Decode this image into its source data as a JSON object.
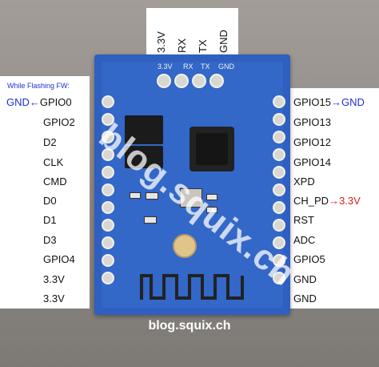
{
  "top_labels": [
    "3.3V",
    "RX",
    "TX",
    "GND"
  ],
  "board_silkscreen": [
    "3.3V",
    "RX",
    "TX",
    "GND"
  ],
  "note": "While Flashing FW:",
  "left_pins": [
    {
      "prefix": "GND←",
      "name": "GPIO0"
    },
    {
      "prefix": "",
      "name": "GPIO2"
    },
    {
      "prefix": "",
      "name": "D2"
    },
    {
      "prefix": "",
      "name": "CLK"
    },
    {
      "prefix": "",
      "name": "CMD"
    },
    {
      "prefix": "",
      "name": "D0"
    },
    {
      "prefix": "",
      "name": "D1"
    },
    {
      "prefix": "",
      "name": "D3"
    },
    {
      "prefix": "",
      "name": "GPIO4"
    },
    {
      "prefix": "",
      "name": "3.3V"
    },
    {
      "prefix": "",
      "name": "3.3V"
    }
  ],
  "right_pins": [
    {
      "name": "GPIO15",
      "suffix": "→GND",
      "suffix_color": "#1f2fd6"
    },
    {
      "name": "GPIO13",
      "suffix": ""
    },
    {
      "name": "GPIO12",
      "suffix": ""
    },
    {
      "name": "GPIO14",
      "suffix": ""
    },
    {
      "name": "XPD",
      "suffix": ""
    },
    {
      "name": "CH_PD",
      "suffix": "→3.3V",
      "suffix_color": "#d61f1f"
    },
    {
      "name": "RST",
      "suffix": ""
    },
    {
      "name": "ADC",
      "suffix": ""
    },
    {
      "name": "GPIO5",
      "suffix": ""
    },
    {
      "name": "GND",
      "suffix": ""
    },
    {
      "name": "GND",
      "suffix": ""
    }
  ],
  "watermark": "blog.squix.ch",
  "footer": "blog.squix.ch"
}
